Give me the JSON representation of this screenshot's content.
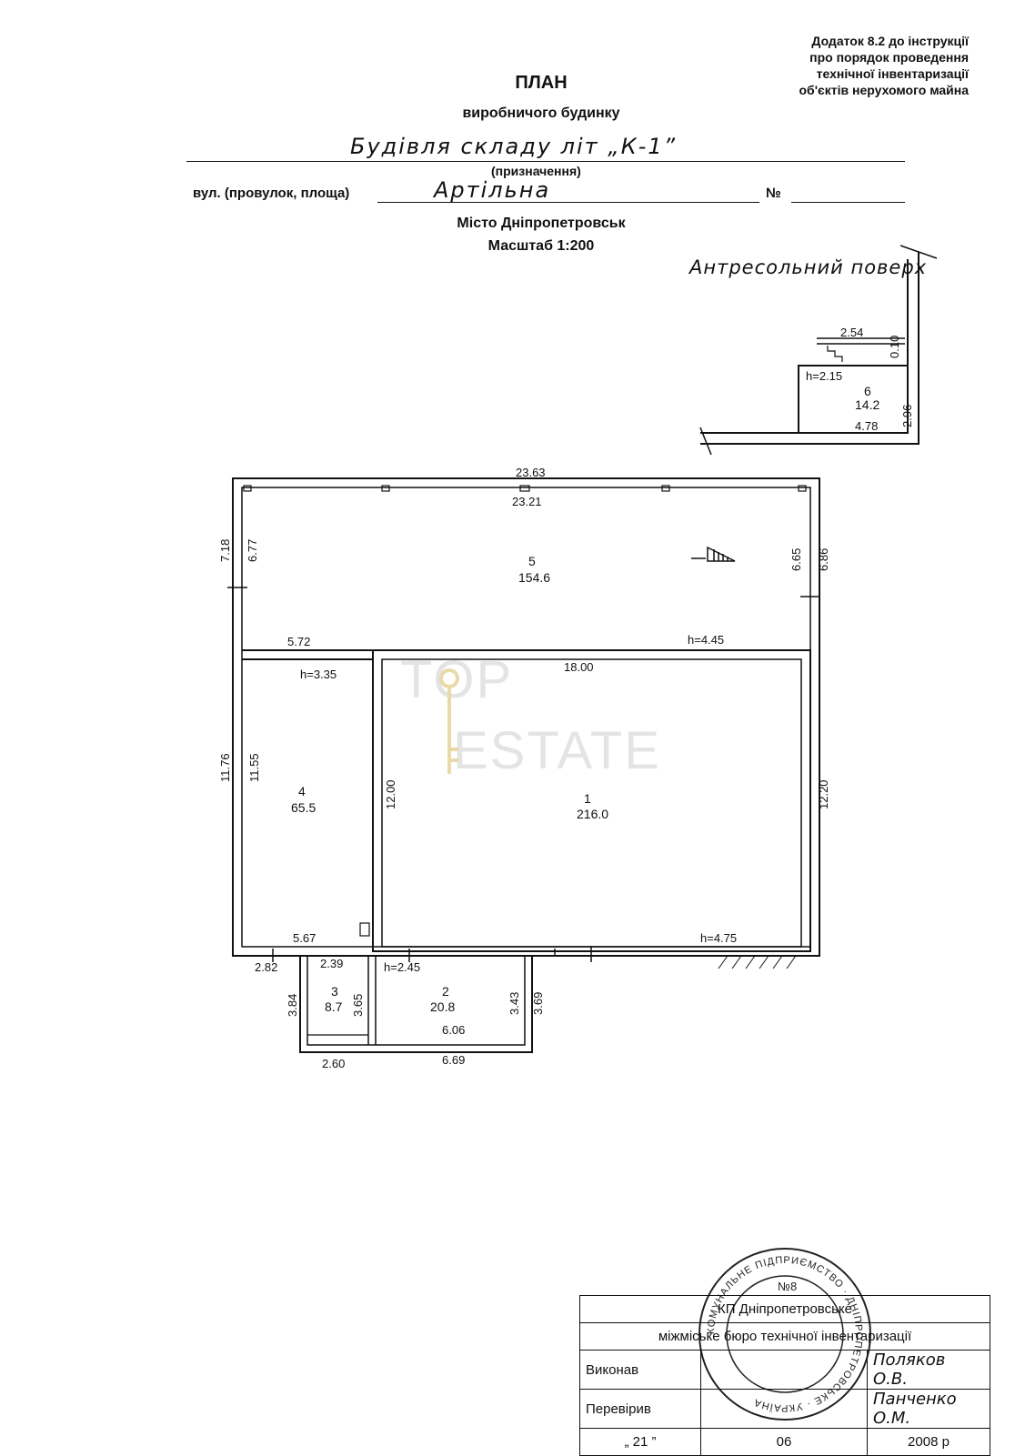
{
  "header": {
    "reference_lines": [
      "Додаток 8.2 до інструкції",
      "про порядок проведення",
      "технічної інвентаризації",
      "об'єктів нерухомого майна"
    ],
    "title": "ПЛАН",
    "subtitle": "виробничого будинку",
    "purpose_value": "Будівля складу літ „К-1”",
    "purpose_caption": "(призначення)",
    "street_label": "вул. (провулок, площа)",
    "street_value": "Артільна",
    "number_label": "№",
    "city": "Місто Дніпропетровськ",
    "scale": "Масштаб 1:200"
  },
  "mezzanine": {
    "label": "Антресольний поверх",
    "dims": {
      "top": "2.54",
      "wall": "0.10",
      "height_mark": "h=2.15",
      "side": "2.96",
      "bottom": "4.78"
    },
    "room": {
      "number": "6",
      "area": "14.2"
    }
  },
  "floor_plan": {
    "outer_top": "23.63",
    "inner_top": "23.21",
    "left_outer": "7.18",
    "left_inner": "6.77",
    "right_inner": "6.65",
    "right_outer": "6.86",
    "room5": {
      "number": "5",
      "area": "154.6",
      "height": "h=4.45"
    },
    "dim_572": "5.72",
    "dim_1800": "18.00",
    "room4": {
      "number": "4",
      "area": "65.5",
      "height": "h=3.35"
    },
    "left_outer2": "11.76",
    "left_inner2": "11.55",
    "mid_wall": "12.00",
    "right_wall": "12.20",
    "room1": {
      "number": "1",
      "area": "216.0",
      "height": "h=4.75"
    },
    "dim_567": "5.67",
    "dim_282": "2.82",
    "dim_239": "2.39",
    "room2": {
      "number": "2",
      "area": "20.8",
      "height": "h=2.45"
    },
    "room3": {
      "number": "3",
      "area": "8.7"
    },
    "dim_384": "3.84",
    "dim_365": "3.65",
    "dim_343": "3.43",
    "dim_369": "3.69",
    "dim_606": "6.06",
    "dim_260": "2.60",
    "dim_669": "6.69"
  },
  "watermark": {
    "line1": "TOP",
    "line2": "ESTATE"
  },
  "stamp_table": {
    "org_line1": "КП Дніпропетровське",
    "org_line2": "міжміське бюро технічної інвентаризації",
    "performed_label": "Виконав",
    "performed_name": "Поляков О.В.",
    "checked_label": "Перевірив",
    "checked_name": "Панченко О.М.",
    "date_day": "„ 21 ”",
    "date_month": "06",
    "date_year": "2008 р"
  },
  "seal": {
    "text": "КОМУНАЛЬНЕ ПІДПРИЄМСТВО · ДНІПРОПЕТРОВСЬКЕ · УКРАЇНА",
    "center": "№8"
  }
}
